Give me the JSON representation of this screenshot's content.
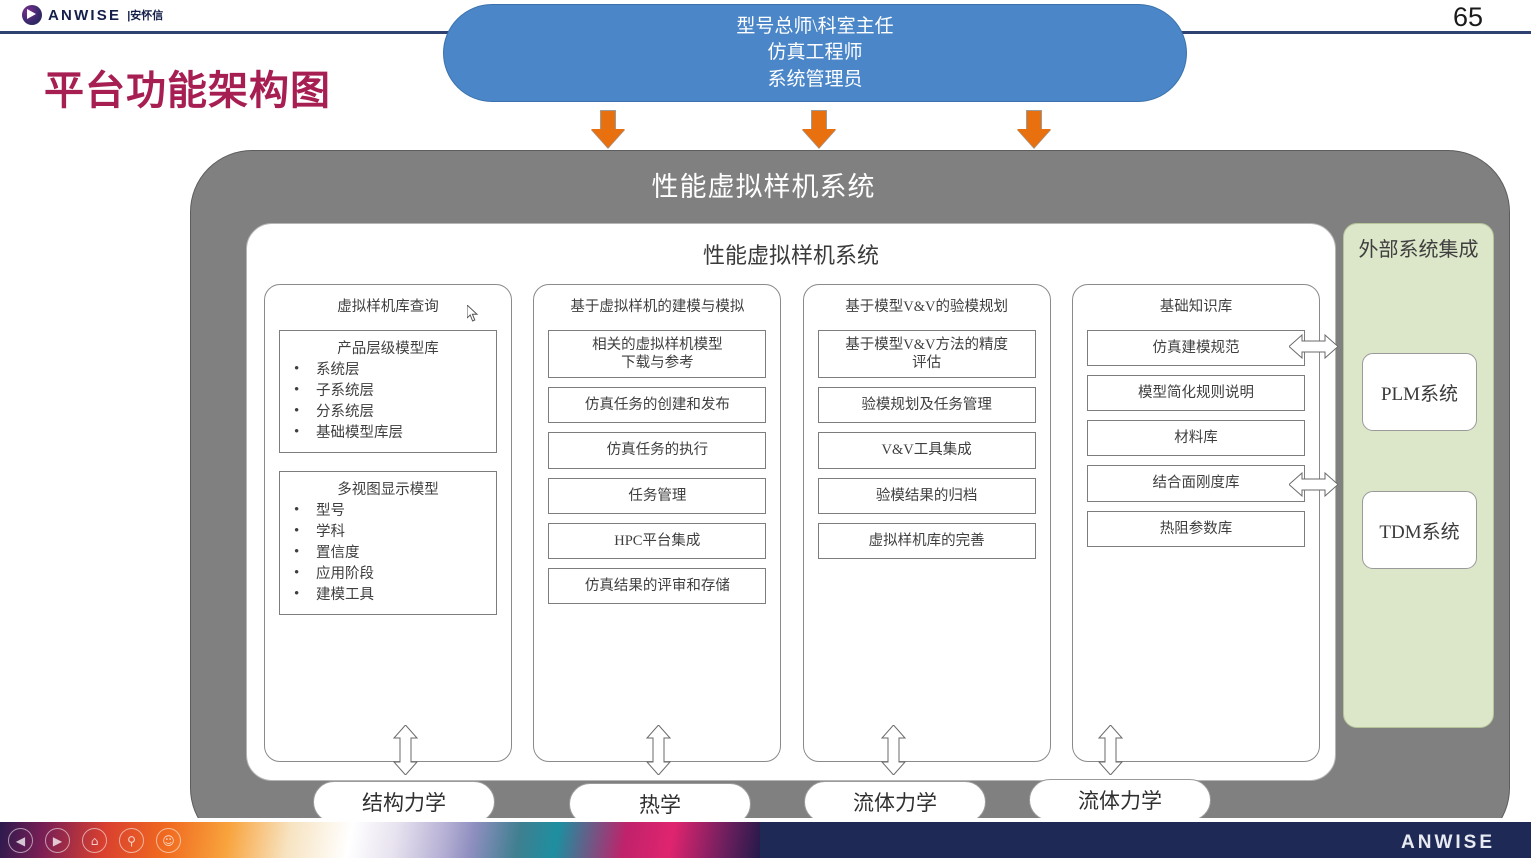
{
  "header": {
    "logo_text": "ANWISE",
    "logo_cn": "|安怀信",
    "logo_icon": "anwise-globe-icon",
    "page_number": "65"
  },
  "slide": {
    "title": "平台功能架构图"
  },
  "roles_box": {
    "lines": [
      "型号总师\\科室主任",
      "仿真工程师",
      "系统管理员"
    ],
    "fill_color": "#4A86C8",
    "text_color": "#FFFFFF"
  },
  "down_arrows": {
    "count": 3,
    "color": "#E8700F",
    "icon": "arrow-down-icon"
  },
  "container": {
    "title": "性能虚拟样机系统",
    "fill_color": "#808080",
    "inner_title": "性能虚拟样机系统"
  },
  "columns": [
    {
      "head": "虚拟样机库查询",
      "subboxes": [
        {
          "head": "产品层级模型库",
          "bullets": [
            "系统层",
            "子系统层",
            "分系统层",
            "基础模型库层"
          ]
        },
        {
          "head": "多视图显示模型",
          "bullets": [
            "型号",
            "学科",
            "置信度",
            "应用阶段",
            "建模工具"
          ]
        }
      ],
      "items": []
    },
    {
      "head": "基于虚拟样机的建模与模拟",
      "subboxes": [],
      "items": [
        "相关的虚拟样机模型\n下载与参考",
        "仿真任务的创建和发布",
        "仿真任务的执行",
        "任务管理",
        "HPC平台集成",
        "仿真结果的评审和存储"
      ]
    },
    {
      "head": "基于模型V&V的验模规划",
      "subboxes": [],
      "items": [
        "基于模型V&V方法的精度\n评估",
        "验模规划及任务管理",
        "V&V工具集成",
        "验模结果的归档",
        "虚拟样机库的完善"
      ]
    },
    {
      "head": "基础知识库",
      "subboxes": [],
      "items": [
        "仿真建模规范",
        "模型简化规则说明",
        "材料库",
        "结合面刚度库",
        "热阻参数库"
      ]
    }
  ],
  "external_panel": {
    "title": "外部系统集成",
    "fill_color": "#DCE6C9",
    "systems": [
      "PLM系统",
      "TDM系统"
    ],
    "connector_icon": "arrow-left-right-icon",
    "connector_count": 2
  },
  "disciplines": {
    "connector_icon": "arrow-up-down-icon",
    "items": [
      "结构力学",
      "热学",
      "流体力学",
      "流体力学"
    ]
  },
  "taskbar": {
    "brand": "ANWISE",
    "icons": [
      "back-icon",
      "forward-icon",
      "home-icon",
      "search-icon",
      "user-icon"
    ]
  }
}
